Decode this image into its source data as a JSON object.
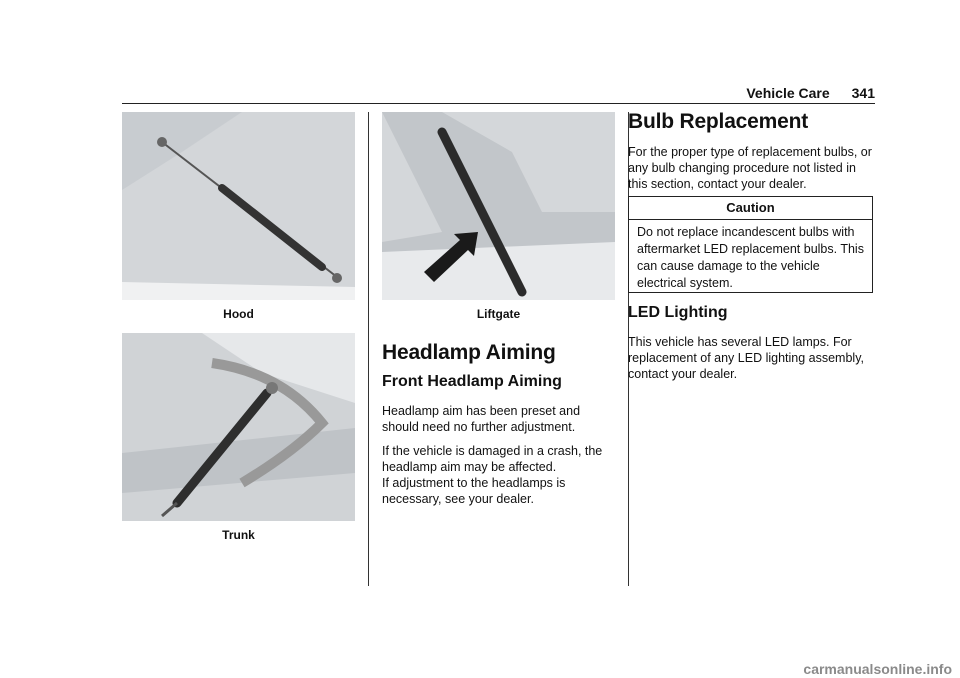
{
  "header": {
    "section": "Vehicle Care",
    "page_number": "341"
  },
  "figures": {
    "hood_caption": "Hood",
    "trunk_caption": "Trunk",
    "liftgate_caption": "Liftgate"
  },
  "headlamp": {
    "title": "Headlamp Aiming",
    "subtitle": "Front Headlamp Aiming",
    "para1": "Headlamp aim has been preset and should need no further adjustment.",
    "para2": "If the vehicle is damaged in a crash, the headlamp aim may be affected.",
    "para3": "If adjustment to the headlamps is necessary, see your dealer."
  },
  "bulb": {
    "title": "Bulb Replacement",
    "para1": "For the proper type of replacement bulbs, or any bulb changing procedure not listed in this section, contact your dealer.",
    "caution_title": "Caution",
    "caution_text": "Do not replace incandescent bulbs with aftermarket LED replacement bulbs. This can cause damage to the vehicle electrical system."
  },
  "led": {
    "title": "LED Lighting",
    "para1": "This vehicle has several LED lamps. For replacement of any LED lighting assembly, contact your dealer."
  },
  "footer": {
    "watermark": "carmanualsonline.info"
  }
}
